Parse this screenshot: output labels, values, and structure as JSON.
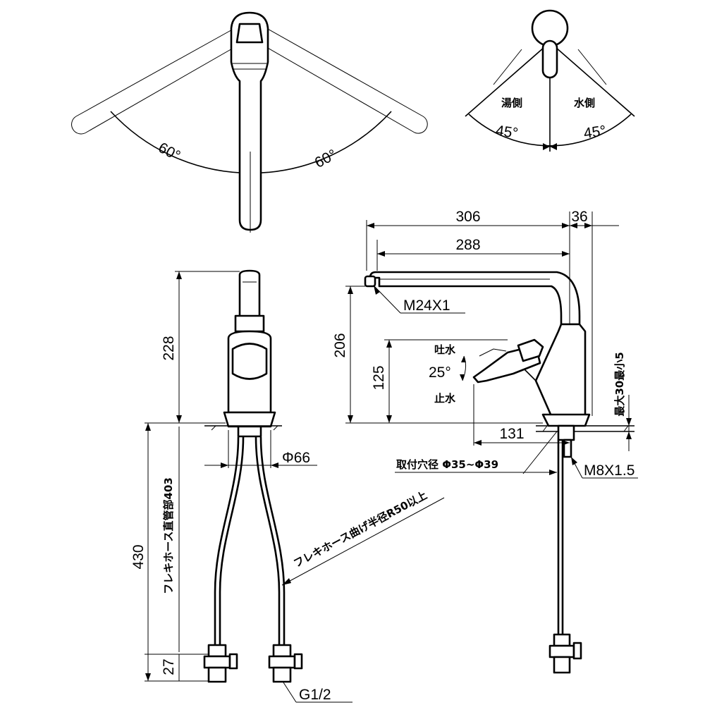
{
  "top_view": {
    "left_angle": "60°",
    "right_angle": "60°"
  },
  "lever_view": {
    "hot_side": "湯側",
    "cold_side": "水側",
    "left_angle": "45°",
    "right_angle": "45°"
  },
  "side_view": {
    "overall_length": "306",
    "base_offset": "36",
    "spout_reach": "288",
    "aerator_thread": "M24X1",
    "spout_height": "206",
    "lever_height": "125",
    "open_label": "吐水",
    "lever_angle": "25°",
    "close_label": "止水",
    "max_thickness": "最大30最小5",
    "lever_reach": "131",
    "mount_hole": "取付穴径 Φ35~Φ39",
    "stud_thread": "M8X1.5"
  },
  "front_view": {
    "body_height": "228",
    "base_diameter": "Φ66",
    "hose_length": "430",
    "hose_straight": "フレキホース直管部403",
    "valve_height": "27",
    "hose_bend": "フレキホース曲げ半径R50以上",
    "inlet_thread": "G1/2"
  }
}
